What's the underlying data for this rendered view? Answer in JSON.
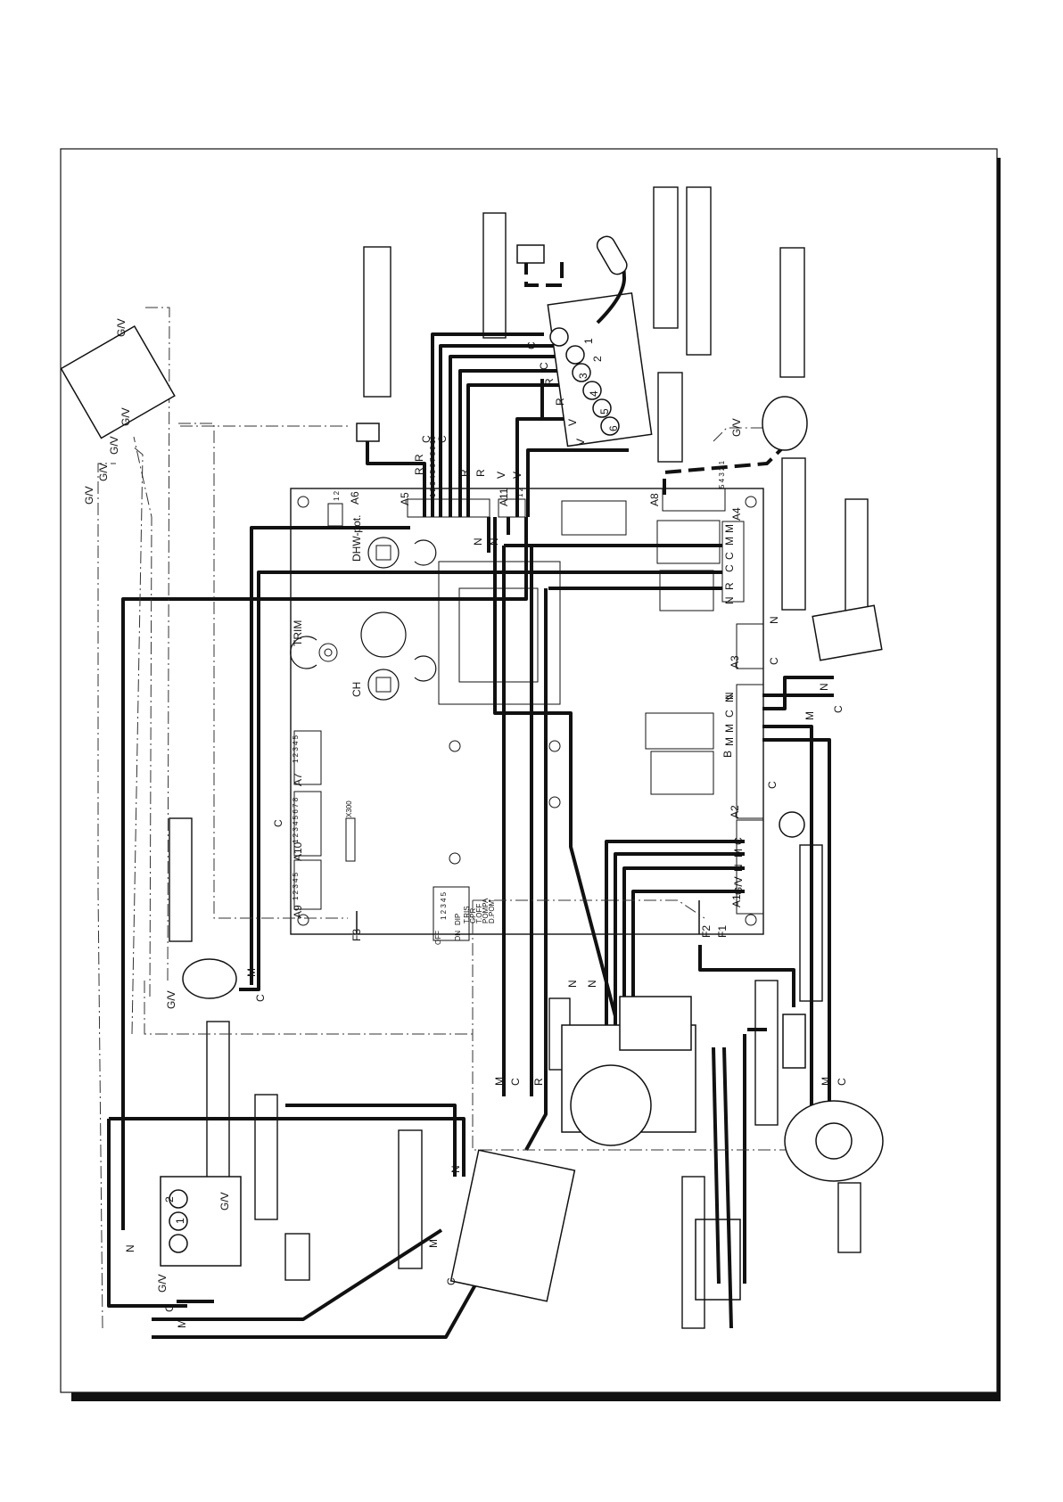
{
  "board": {
    "connectors": {
      "a6": "A6",
      "a5": "A5",
      "a11": "A11",
      "a8": "A8",
      "a4": "A4",
      "a3": "A3",
      "a2": "A2",
      "a1": "A1",
      "a9": "A9",
      "a10": "A10",
      "a7": "A7"
    },
    "dhw_pot": "DHW-pot.",
    "trim": "TRIM",
    "ch": "CH",
    "x300": "X300",
    "fuse_f1": "F1",
    "fuse_f2": "F2",
    "fuse_f3": "F3",
    "dip": {
      "off": "OFF",
      "on": "ON",
      "nums": "1 2 3 4 5",
      "title": "DIP",
      "opt1": "T.RIS",
      "opt2": "GPR",
      "opt3": "T.OFF",
      "opt4": "POMPA",
      "opt5": "D.POM"
    },
    "pin_labels": {
      "a6_pins": "1 2",
      "a5_pins": "1 2 3 4 5 6 7 8 9 10",
      "a11_pins": "1 2",
      "a8_pins": "5 4 3 2 1",
      "a7_pins": "1 2 3 4 5",
      "a10_pins": "1 2 3 4 5 6 7 8",
      "a9_pins": "1 2 3 4 5"
    }
  },
  "wire_labels": {
    "a4_n": "N",
    "a4_r": "R",
    "a4_c1": "C",
    "a4_c2": "C",
    "a4_m1": "M",
    "a4_m2": "M",
    "a4_n2": "N",
    "a5_r1": "R",
    "a5_r2": "R",
    "a5_c1": "C",
    "a5_c2": "C",
    "a5_r3": "R",
    "a5_r4": "R",
    "a5_n1": "N",
    "a5_n2": "N",
    "a11_v1": "V",
    "a11_v2": "V",
    "a3_n": "N",
    "a3_c": "C",
    "a2_c1": "C",
    "a2_c2": "C",
    "a2_m1": "M",
    "a2_m2": "M",
    "a2_n": "N",
    "a2_b": "B",
    "a1_c": "C",
    "a1_m": "M",
    "a1_n": "N",
    "a1_gv": "G/V",
    "a10_c": "C",
    "ntc_r1": "R",
    "ntc_c1": "C",
    "ntc_r2": "R",
    "ntc_c2": "C",
    "ntc_v1": "V",
    "ntc_v2": "V",
    "term_1": "1",
    "term_2": "2",
    "term_3": "3",
    "term_4": "4",
    "term_5": "5",
    "term_6": "6",
    "gv_top": "G/V",
    "gv_1": "G/V",
    "gv_2": "G/V",
    "gv_3": "G/V",
    "gv_4": "G/V",
    "gv_5": "G/V",
    "gv_pump": "G/V",
    "gv_fan": "G/V",
    "gv_main": "G/V",
    "gv_main2": "G/V",
    "pump_m": "M",
    "pump_c": "C",
    "gasvalve_n1": "N",
    "gasvalve_n2": "N",
    "mcr_m": "M",
    "mcr_c": "C",
    "mcr_r": "R",
    "fan_m": "M",
    "fan_c": "C",
    "switch_m": "M",
    "switch_c": "C",
    "switch_n": "N",
    "main_n": "N",
    "main_m": "M",
    "main_c": "C",
    "main_1": "1",
    "main_2": "2",
    "tr_n": "N",
    "tr_m": "M",
    "tr_c": "C"
  }
}
